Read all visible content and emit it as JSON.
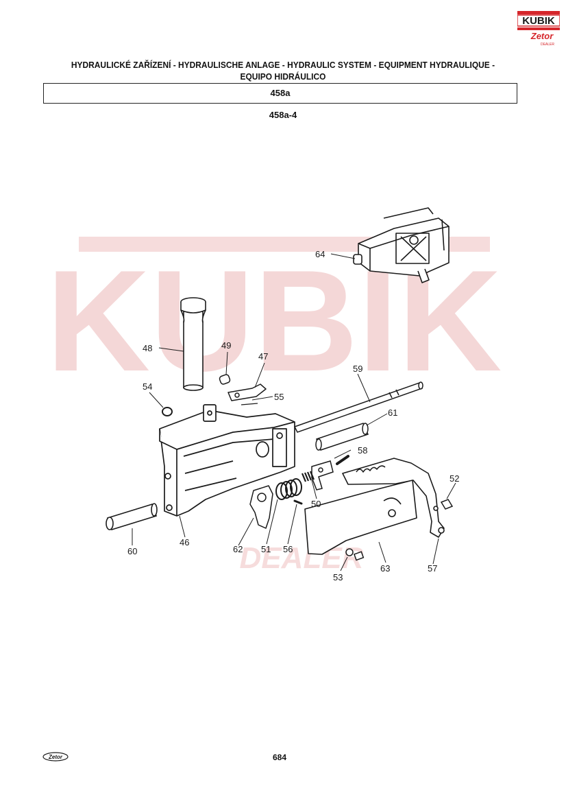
{
  "header": {
    "title_line1": "HYDRAULICKÉ ZAŘÍZENÍ - HYDRAULISCHE ANLAGE - HYDRAULIC SYSTEM - EQUIPMENT HYDRAULIQUE -",
    "title_line2": "EQUIPO HIDRÁULICO",
    "section_code": "458a",
    "figure_code": "458a-4"
  },
  "logo": {
    "word": "KUBIK",
    "sub": "Zetor",
    "sub2": "DEALER"
  },
  "watermark": {
    "word": "KUBIK",
    "sub": "DEALER"
  },
  "part_labels": [
    "64",
    "48",
    "49",
    "47",
    "59",
    "54",
    "55",
    "61",
    "58",
    "52",
    "50",
    "60",
    "46",
    "62",
    "51",
    "56",
    "53",
    "63",
    "57"
  ],
  "footer": {
    "brand": "Zetor",
    "page_number": "684"
  },
  "colors": {
    "logo_red": "#d6262b",
    "watermark": "#f4d7d7",
    "ink": "#1a1a1a"
  }
}
